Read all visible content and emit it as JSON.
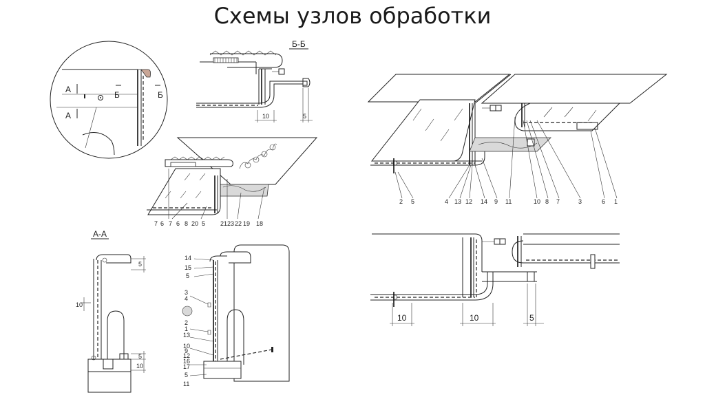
{
  "title": "Схемы узлов обработки",
  "sections": {
    "bb": "Б-Б",
    "aa": "А-А"
  },
  "callout": {
    "a_top": "А",
    "a_bottom": "А",
    "b_left": "Б",
    "b_right": "Б"
  },
  "dimensions": {
    "bb_width": "10",
    "bb_height": "5",
    "aa_top": "5",
    "aa_side": "10",
    "aa_bottom_a": "5",
    "aa_bottom_b": "10",
    "right_a": "10",
    "right_b": "10",
    "right_c": "5"
  },
  "labels": {
    "iso_left": [
      "7",
      "6",
      "7",
      "6",
      "8",
      "20",
      "5",
      "21",
      "23",
      "22",
      "19",
      "18"
    ],
    "iso_right": [
      "2",
      "5",
      "4",
      "13",
      "12",
      "14",
      "9",
      "11",
      "10",
      "8",
      "7",
      "3",
      "6",
      "1"
    ],
    "aa_3d": [
      "14",
      "15",
      "5",
      "3",
      "4",
      "2",
      "1",
      "13",
      "10",
      "9",
      "12",
      "16",
      "17",
      "5",
      "11"
    ]
  },
  "colors": {
    "line": "#222222",
    "fill_grey": "#d9d9d9",
    "background": "#ffffff"
  }
}
